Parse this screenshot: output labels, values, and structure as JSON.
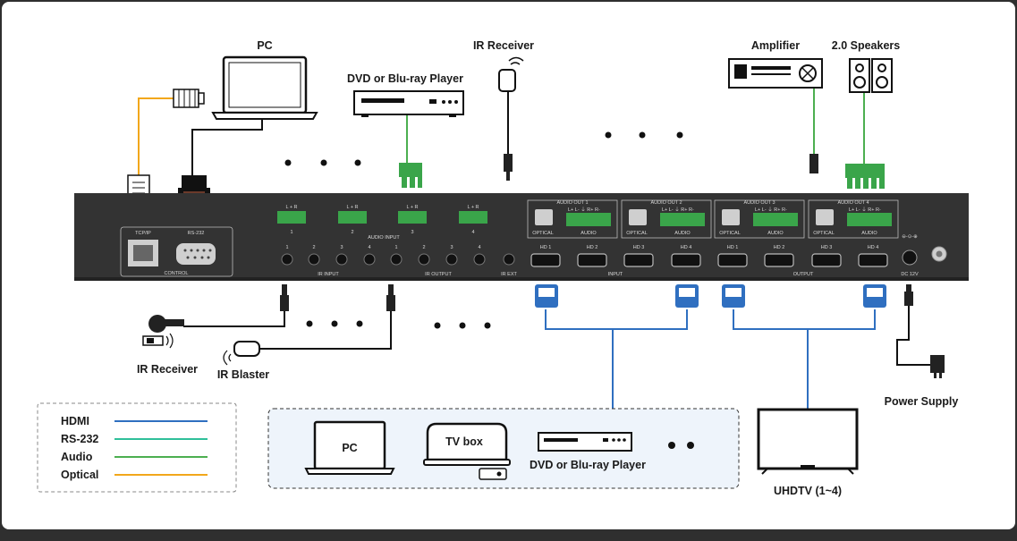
{
  "labels": {
    "pc": "PC",
    "dvd_top": "DVD or Blu-ray Player",
    "ir_receiver_top": "IR Receiver",
    "amplifier": "Amplifier",
    "speakers": "2.0 Speakers",
    "ir_receiver_bottom": "IR Receiver",
    "ir_blaster": "IR Blaster",
    "power_supply": "Power Supply",
    "uhdtv": "UHDTV (1~4)",
    "src_pc": "PC",
    "src_tvbox": "TV box",
    "src_dvd": "DVD or Blu-ray Player"
  },
  "legend": [
    {
      "name": "HDMI",
      "color": "#2f6fc0"
    },
    {
      "name": "RS-232",
      "color": "#2fbf9a"
    },
    {
      "name": "Audio",
      "color": "#4caf50"
    },
    {
      "name": "Optical",
      "color": "#f2a71b"
    }
  ],
  "panel": {
    "tcpip": "TCP/IP",
    "rs232": "RS-232",
    "control": "CONTROL",
    "audio_input": "AUDIO INPUT",
    "audio_input_channel": "L + R",
    "audio_input_ports": [
      "1",
      "2",
      "3",
      "4"
    ],
    "ir_input": "IR INPUT",
    "ir_output": "IR OUTPUT",
    "ir_input_ports": [
      "1",
      "2",
      "3",
      "4"
    ],
    "ir_output_ports": [
      "1",
      "2",
      "3",
      "4"
    ],
    "ir_ext": "IR EXT",
    "audio_outs": [
      "AUDIO OUT 1",
      "AUDIO OUT 2",
      "AUDIO OUT 3",
      "AUDIO OUT 4"
    ],
    "audio_out_pins": "L+ L-  ⏚  R+ R-",
    "optical": "OPTICAL",
    "audio": "AUDIO",
    "hdmi_in": [
      "HD 1",
      "HD 2",
      "HD 3",
      "HD 4"
    ],
    "hdmi_out": [
      "HD 1",
      "HD 2",
      "HD 3",
      "HD 4"
    ],
    "input": "INPUT",
    "output": "OUTPUT",
    "dc": "DC 12V"
  },
  "colors": {
    "hdmi": "#2f6fc0",
    "rs232": "#2fbf9a",
    "audio": "#4caf50",
    "optical": "#f2a71b",
    "panel": "#333333",
    "terminal": "#3aa54a"
  }
}
